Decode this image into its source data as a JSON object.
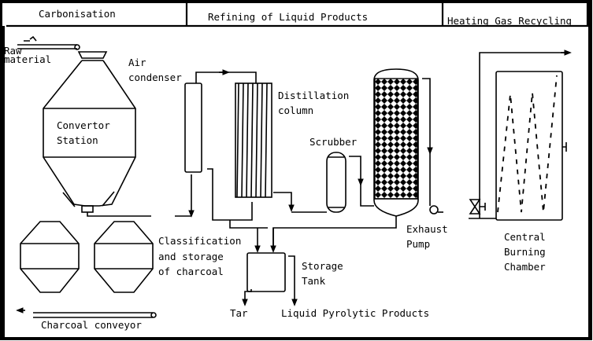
{
  "header": {
    "sections": [
      {
        "label": "Carbonisation"
      },
      {
        "label": "Refining of Liquid Products"
      },
      {
        "label": "Heating Gas Recycling"
      }
    ]
  },
  "labels": {
    "raw_material_line1": "Raw",
    "raw_material_line2": "material",
    "convertor_line1": "Convertor",
    "convertor_line2": "Station",
    "air_condenser_line1": "Air",
    "air_condenser_line2": "condenser",
    "distillation_line1": "Distillation",
    "distillation_line2": "column",
    "scrubber": "Scrubber",
    "exhaust_line1": "Exhaust",
    "exhaust_line2": "Pump",
    "classification_line1": "Classification",
    "classification_line2": "and storage",
    "classification_line3": "of charcoal",
    "storage_line1": "Storage",
    "storage_line2": "Tank",
    "tar": "Tar",
    "liquid_products": "Liquid Pyrolytic Products",
    "charcoal_conveyor": "Charcoal conveyor",
    "burning_line1": "Central",
    "burning_line2": "Burning",
    "burning_line3": "Chamber"
  }
}
